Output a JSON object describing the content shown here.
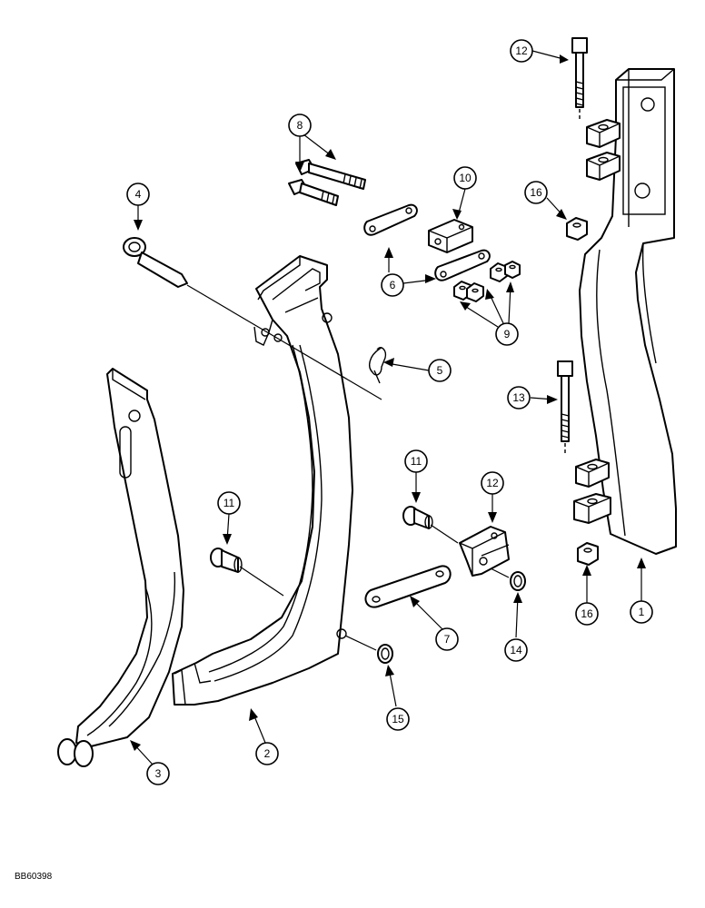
{
  "figure_code": "BB60398",
  "callouts": [
    {
      "id": "c1",
      "text": "1"
    },
    {
      "id": "c2",
      "text": "2"
    },
    {
      "id": "c3",
      "text": "3"
    },
    {
      "id": "c4",
      "text": "4"
    },
    {
      "id": "c5",
      "text": "5"
    },
    {
      "id": "c6",
      "text": "6"
    },
    {
      "id": "c7",
      "text": "7"
    },
    {
      "id": "c8",
      "text": "8"
    },
    {
      "id": "c9",
      "text": "9"
    },
    {
      "id": "c10",
      "text": "10"
    },
    {
      "id": "c11a",
      "text": "11"
    },
    {
      "id": "c11b",
      "text": "11"
    },
    {
      "id": "c12a",
      "text": "12"
    },
    {
      "id": "c12b",
      "text": "12"
    },
    {
      "id": "c13",
      "text": "13"
    },
    {
      "id": "c14",
      "text": "14"
    },
    {
      "id": "c15",
      "text": "15"
    },
    {
      "id": "c16a",
      "text": "16"
    },
    {
      "id": "c16b",
      "text": "16"
    }
  ]
}
